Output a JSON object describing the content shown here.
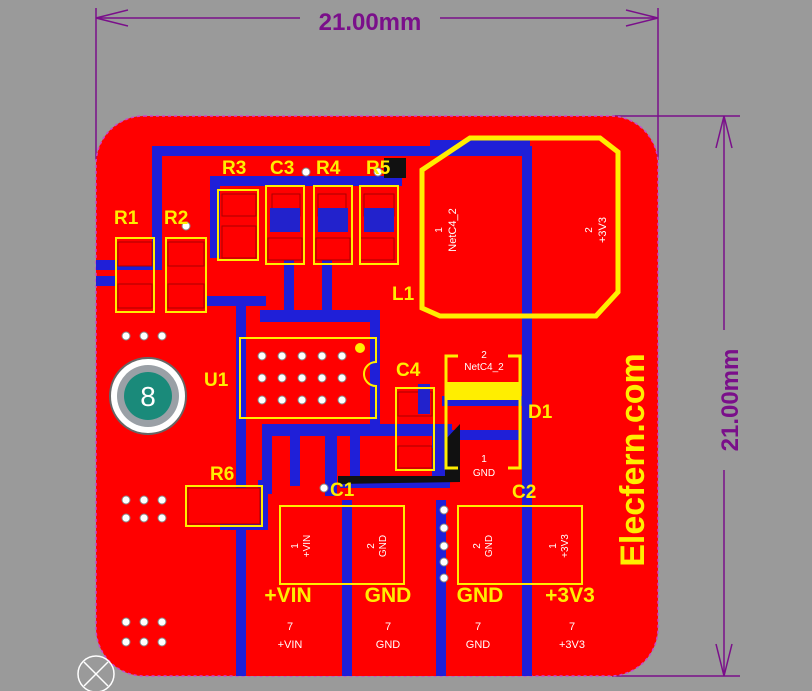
{
  "dimensions": {
    "width": "21.00mm",
    "height": "21.00mm"
  },
  "brand": "Elecfern.com",
  "components": {
    "R1": "R1",
    "R2": "R2",
    "R3": "R3",
    "C3": "C3",
    "R4": "R4",
    "R5": "R5",
    "U1": "U1",
    "C4": "C4",
    "D1": "D1",
    "R6": "R6",
    "C1": "C1",
    "C2": "C2",
    "L1": "L1"
  },
  "mounting_hole": "8",
  "pad_labels": {
    "l1_pin1": "1",
    "l1_net1": "NetC4_2",
    "l1_pin2": "2",
    "l1_net2": "+3V3",
    "d1_pin2": "2",
    "d1_net2": "NetC4_2",
    "d1_pin1": "1",
    "d1_net1": "GND",
    "c1_pin1": "1",
    "c1_net1": "+VIN",
    "c1_pin2": "2",
    "c1_net2": "GND",
    "c2_pin2": "2",
    "c2_net2": "GND",
    "c2_pin1": "1",
    "c2_net1": "+3V3"
  },
  "terminals": [
    {
      "label": "+VIN",
      "pin": "7",
      "net": "+VIN"
    },
    {
      "label": "GND",
      "pin": "7",
      "net": "GND"
    },
    {
      "label": "GND",
      "pin": "7",
      "net": "GND"
    },
    {
      "label": "+3V3",
      "pin": "7",
      "net": "+3V3"
    }
  ],
  "colors": {
    "background": "#9a9a9a",
    "copper_top": "#ff0000",
    "copper_bottom": "#1f1fd8",
    "silkscreen": "#ffee00",
    "dimension": "#7a0f8a",
    "mounting_hole": "#1a8a7a"
  }
}
